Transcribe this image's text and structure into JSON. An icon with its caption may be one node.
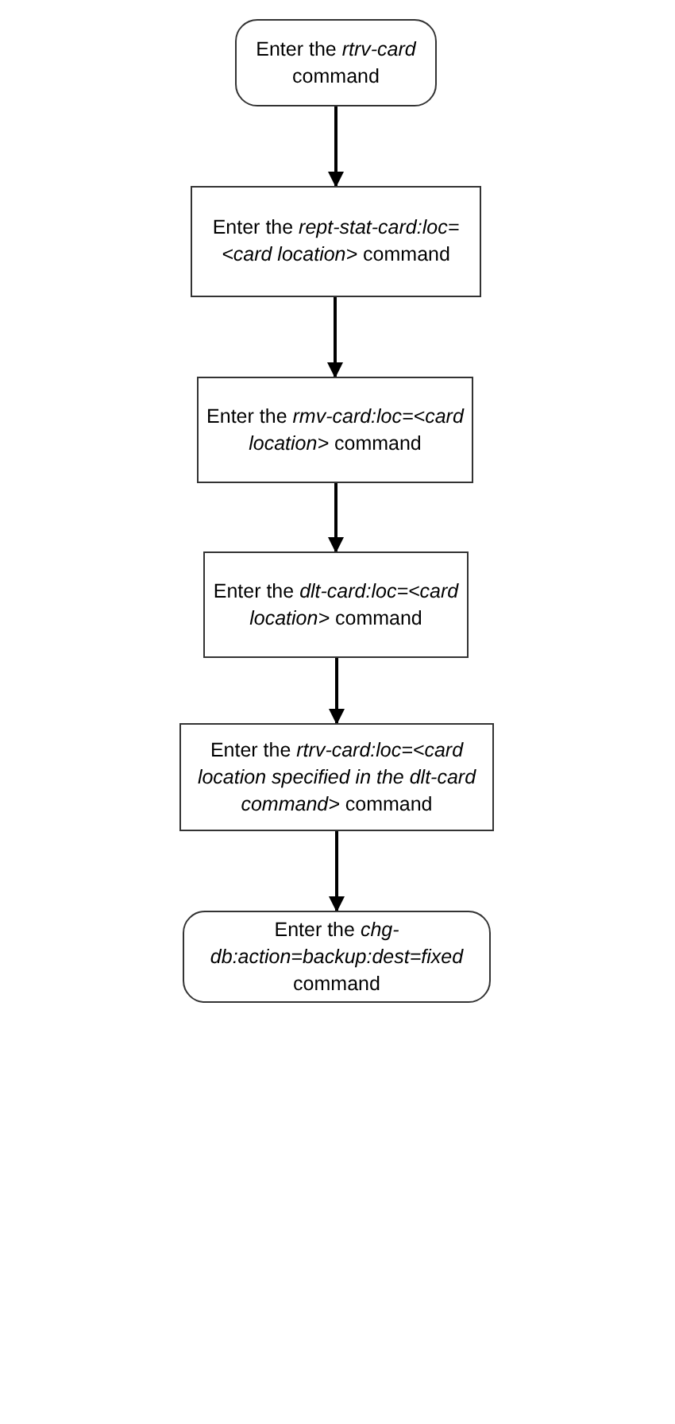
{
  "diagram": {
    "nodes": [
      {
        "text": [
          "Enter the *rtrv-card* command"
        ]
      },
      {
        "text": [
          "Enter the *rept-stat-card:loc=<card location>* command"
        ]
      },
      {
        "text": [
          "Enter the *rmv-card:loc=<card location>* command"
        ]
      },
      {
        "text": [
          "Enter the *dlt-card:loc=<card location>* command"
        ]
      },
      {
        "text": [
          "Enter the *rtrv-card:loc=<card location specified in the dlt-card command>* command"
        ]
      },
      {
        "text": [
          "Enter the *chg-db:action=backup:dest=fixed* command"
        ]
      }
    ],
    "edges": [
      {
        "from": 0,
        "to": 1,
        "arrow": "to"
      },
      {
        "from": 1,
        "to": 2,
        "arrow": "to"
      },
      {
        "from": 2,
        "to": 3,
        "arrow": "to"
      },
      {
        "from": 3,
        "to": 4,
        "arrow": "to"
      },
      {
        "from": 4,
        "to": 5,
        "arrow": "to"
      }
    ]
  }
}
